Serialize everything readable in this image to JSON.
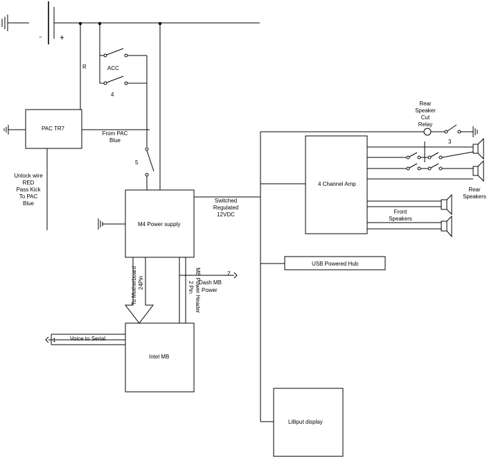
{
  "battery": {
    "minus": "−",
    "plus": "+"
  },
  "acc_switch": {
    "label": "ACC",
    "number": "4"
  },
  "r_label": "R",
  "pac_tr7": {
    "label": "PAC TR7",
    "unlock_note": [
      "Unlock wire",
      "RED",
      "Pass Kick",
      "To PAC",
      "Blue"
    ],
    "from_pac": [
      "From PAC",
      "Blue"
    ]
  },
  "switch5": {
    "number": "5"
  },
  "m4_power_supply": {
    "label": "M4 Power supply",
    "switched": [
      "Switched",
      "Regulated",
      "12VDC"
    ]
  },
  "motherboard_cable": {
    "label": [
      "To Motherboard",
      "24Pin"
    ]
  },
  "mb_power_header": {
    "label": [
      "MB Power Header",
      "2 Pin"
    ]
  },
  "dash_mb_power": {
    "label": [
      "Dash MB",
      "Power"
    ],
    "pin": "2"
  },
  "intel_mb": {
    "label": "Intel MB"
  },
  "voice_to_serial": {
    "label": "Voice to Serial",
    "pin": "1"
  },
  "amp": {
    "label": "4 Channel Amp"
  },
  "rear_cut_relay": {
    "label": [
      "Rear",
      "Speaker",
      "Cut",
      "Relay"
    ],
    "number": "3"
  },
  "rear_speakers": {
    "label": [
      "Rear",
      "Speakers"
    ]
  },
  "front_speakers": {
    "label": [
      "Front",
      "Speakers"
    ]
  },
  "usb_hub": {
    "label": "USB Powered Hub"
  },
  "lilliput": {
    "label": "Lilliput display"
  }
}
